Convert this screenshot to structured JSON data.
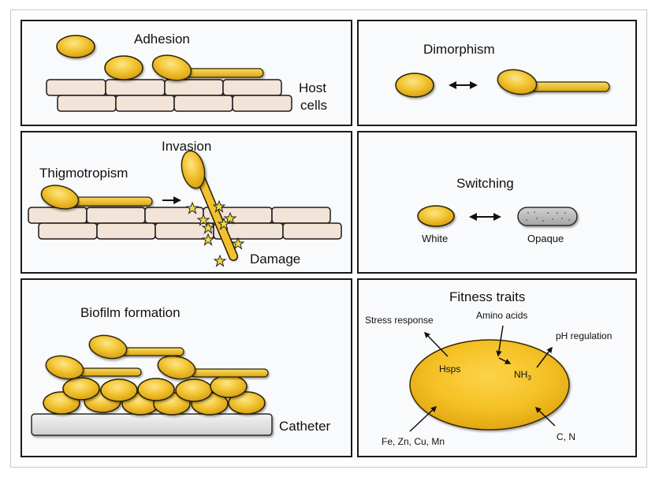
{
  "figure": {
    "panels": {
      "adhesion": {
        "title": "Adhesion",
        "host_label_line1": "Host",
        "host_label_line2": "cells"
      },
      "dimorphism": {
        "title": "Dimorphism"
      },
      "invasion": {
        "title": "Invasion",
        "thigmotropism": "Thigmotropism",
        "damage": "Damage"
      },
      "switching": {
        "title": "Switching",
        "white": "White",
        "opaque": "Opaque"
      },
      "biofilm": {
        "title": "Biofilm formation",
        "catheter": "Catheter"
      },
      "fitness": {
        "title": "Fitness traits",
        "stress_response": "Stress response",
        "amino_acids": "Amino acids",
        "ph_regulation": "pH regulation",
        "hsps": "Hsps",
        "nh3_base": "NH",
        "nh3_sub": "3",
        "metals": "Fe, Zn, Cu, Mn",
        "cn": "C, N"
      }
    },
    "colors": {
      "yeast_fill": "#f2c12e",
      "yeast_highlight": "#f8dc6a",
      "yeast_stroke": "#2a2000",
      "host_cell_fill": "#f3e4d8",
      "opaque_fill": "#b4b4b4",
      "catheter_fill": "#e6e6e6",
      "panel_border": "#1a1a1a"
    }
  }
}
